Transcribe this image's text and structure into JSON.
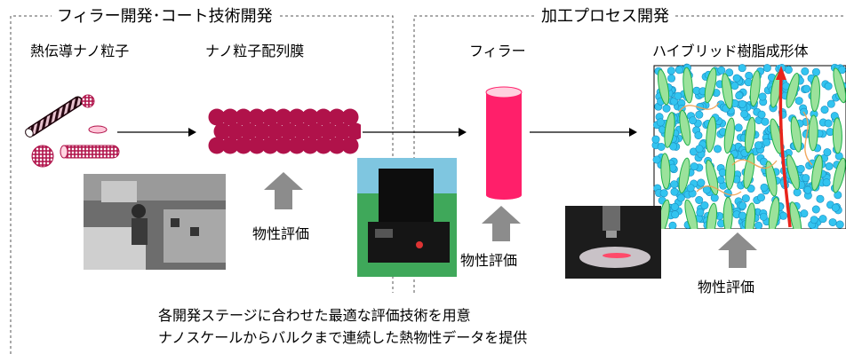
{
  "sections": {
    "left_title": "フィラー開発･コート技術開発",
    "right_title": "加工プロセス開発"
  },
  "labels": {
    "thermal_nanoparticle": "熱伝導ナノ粒子",
    "nanoparticle_film": "ナノ粒子配列膜",
    "filler": "フィラー",
    "hybrid_resin": "ハイブリッド樹脂成形体"
  },
  "evaluations": {
    "eval_1": "物性評価",
    "eval_2": "物性評価",
    "eval_3": "物性評価"
  },
  "captions": {
    "line_1": "各開発ステージに合わせた最適な評価技術を用意",
    "line_2": "ナノスケールからバルクまで連続した熱物性データを提供"
  },
  "colors": {
    "crimson": "#b0124a",
    "filler_pink": "#ff1f6a",
    "evaluation_arrow": "#8c8c8c",
    "sphere_blue": "#33c4f0",
    "fiber_green": "#1db04b",
    "heat_path_red": "#e8241c"
  }
}
